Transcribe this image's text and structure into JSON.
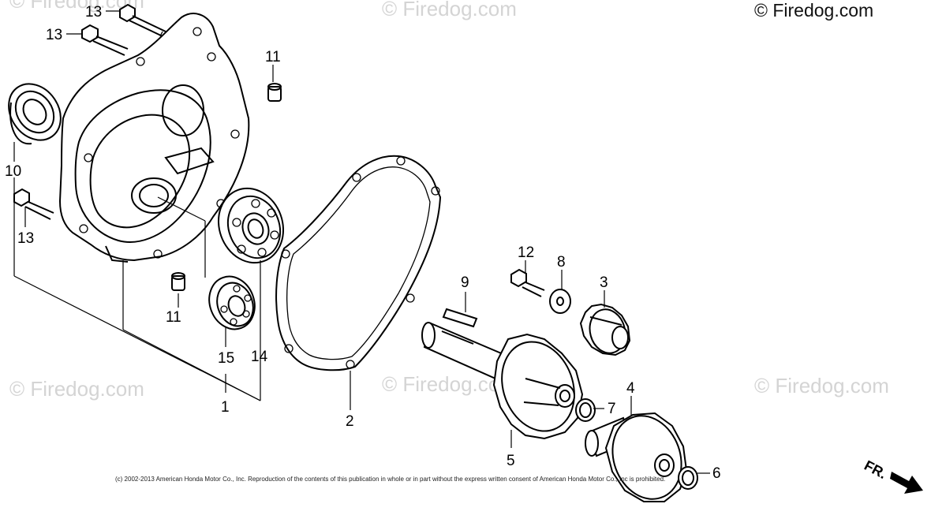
{
  "copyright_top": "© Firedog.com",
  "watermark_text": "© Firedog.com",
  "footer_note": "(c) 2002-2013 American Honda Motor Co., Inc. Reproduction of the contents of this publication in whole or in part without the express written consent of American Honda Motor Co., Inc is prohibited.",
  "direction_label": "FR.",
  "parts": {
    "p1": "1",
    "p2": "2",
    "p3": "3",
    "p4": "4",
    "p5": "5",
    "p6": "6",
    "p7": "7",
    "p8": "8",
    "p9": "9",
    "p10": "10",
    "p11a": "11",
    "p11b": "11",
    "p12": "12",
    "p13a": "13",
    "p13b": "13",
    "p13c": "13",
    "p14": "14",
    "p15": "15"
  }
}
